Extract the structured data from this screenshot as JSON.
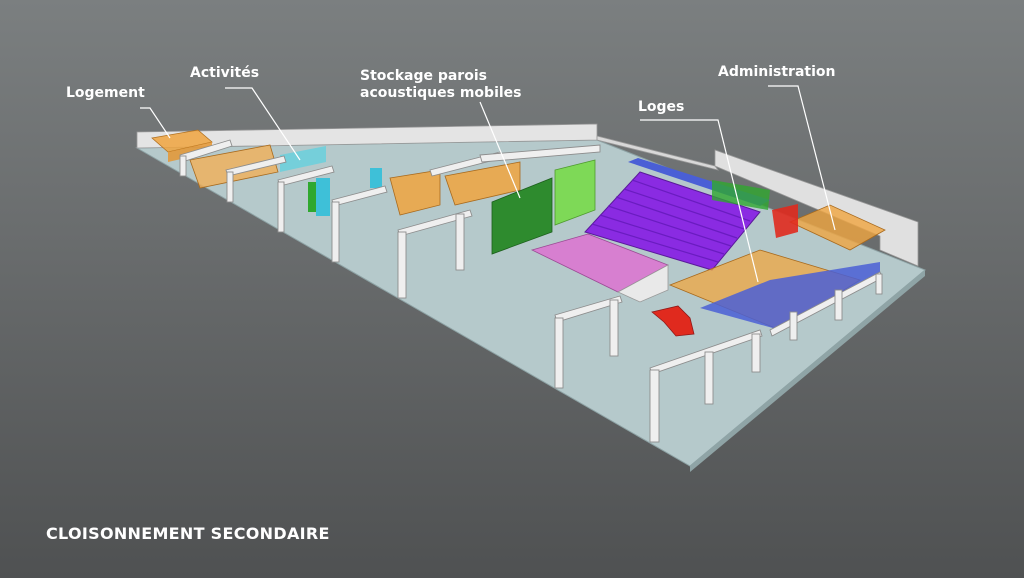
{
  "title": "CLOISONNEMENT SECONDAIRE",
  "labels": {
    "logement": "Logement",
    "activites": "Activités",
    "stockage_line1": "Stockage parois",
    "stockage_line2": "acoustiques mobiles",
    "loges": "Loges",
    "administration": "Administration"
  },
  "colors": {
    "floor": "#b4c9cb",
    "wall": "#e2e2e2",
    "orange_partition": "#f0a540",
    "green_partition": "#2fa82f",
    "light_green": "#7ed957",
    "purple_seating": "#8a2be2",
    "pink_stage": "#d77fd0",
    "blue_platform": "#4a5fd6",
    "red_stair": "#e02a1e",
    "cyan_panel": "#5ad1e0"
  }
}
